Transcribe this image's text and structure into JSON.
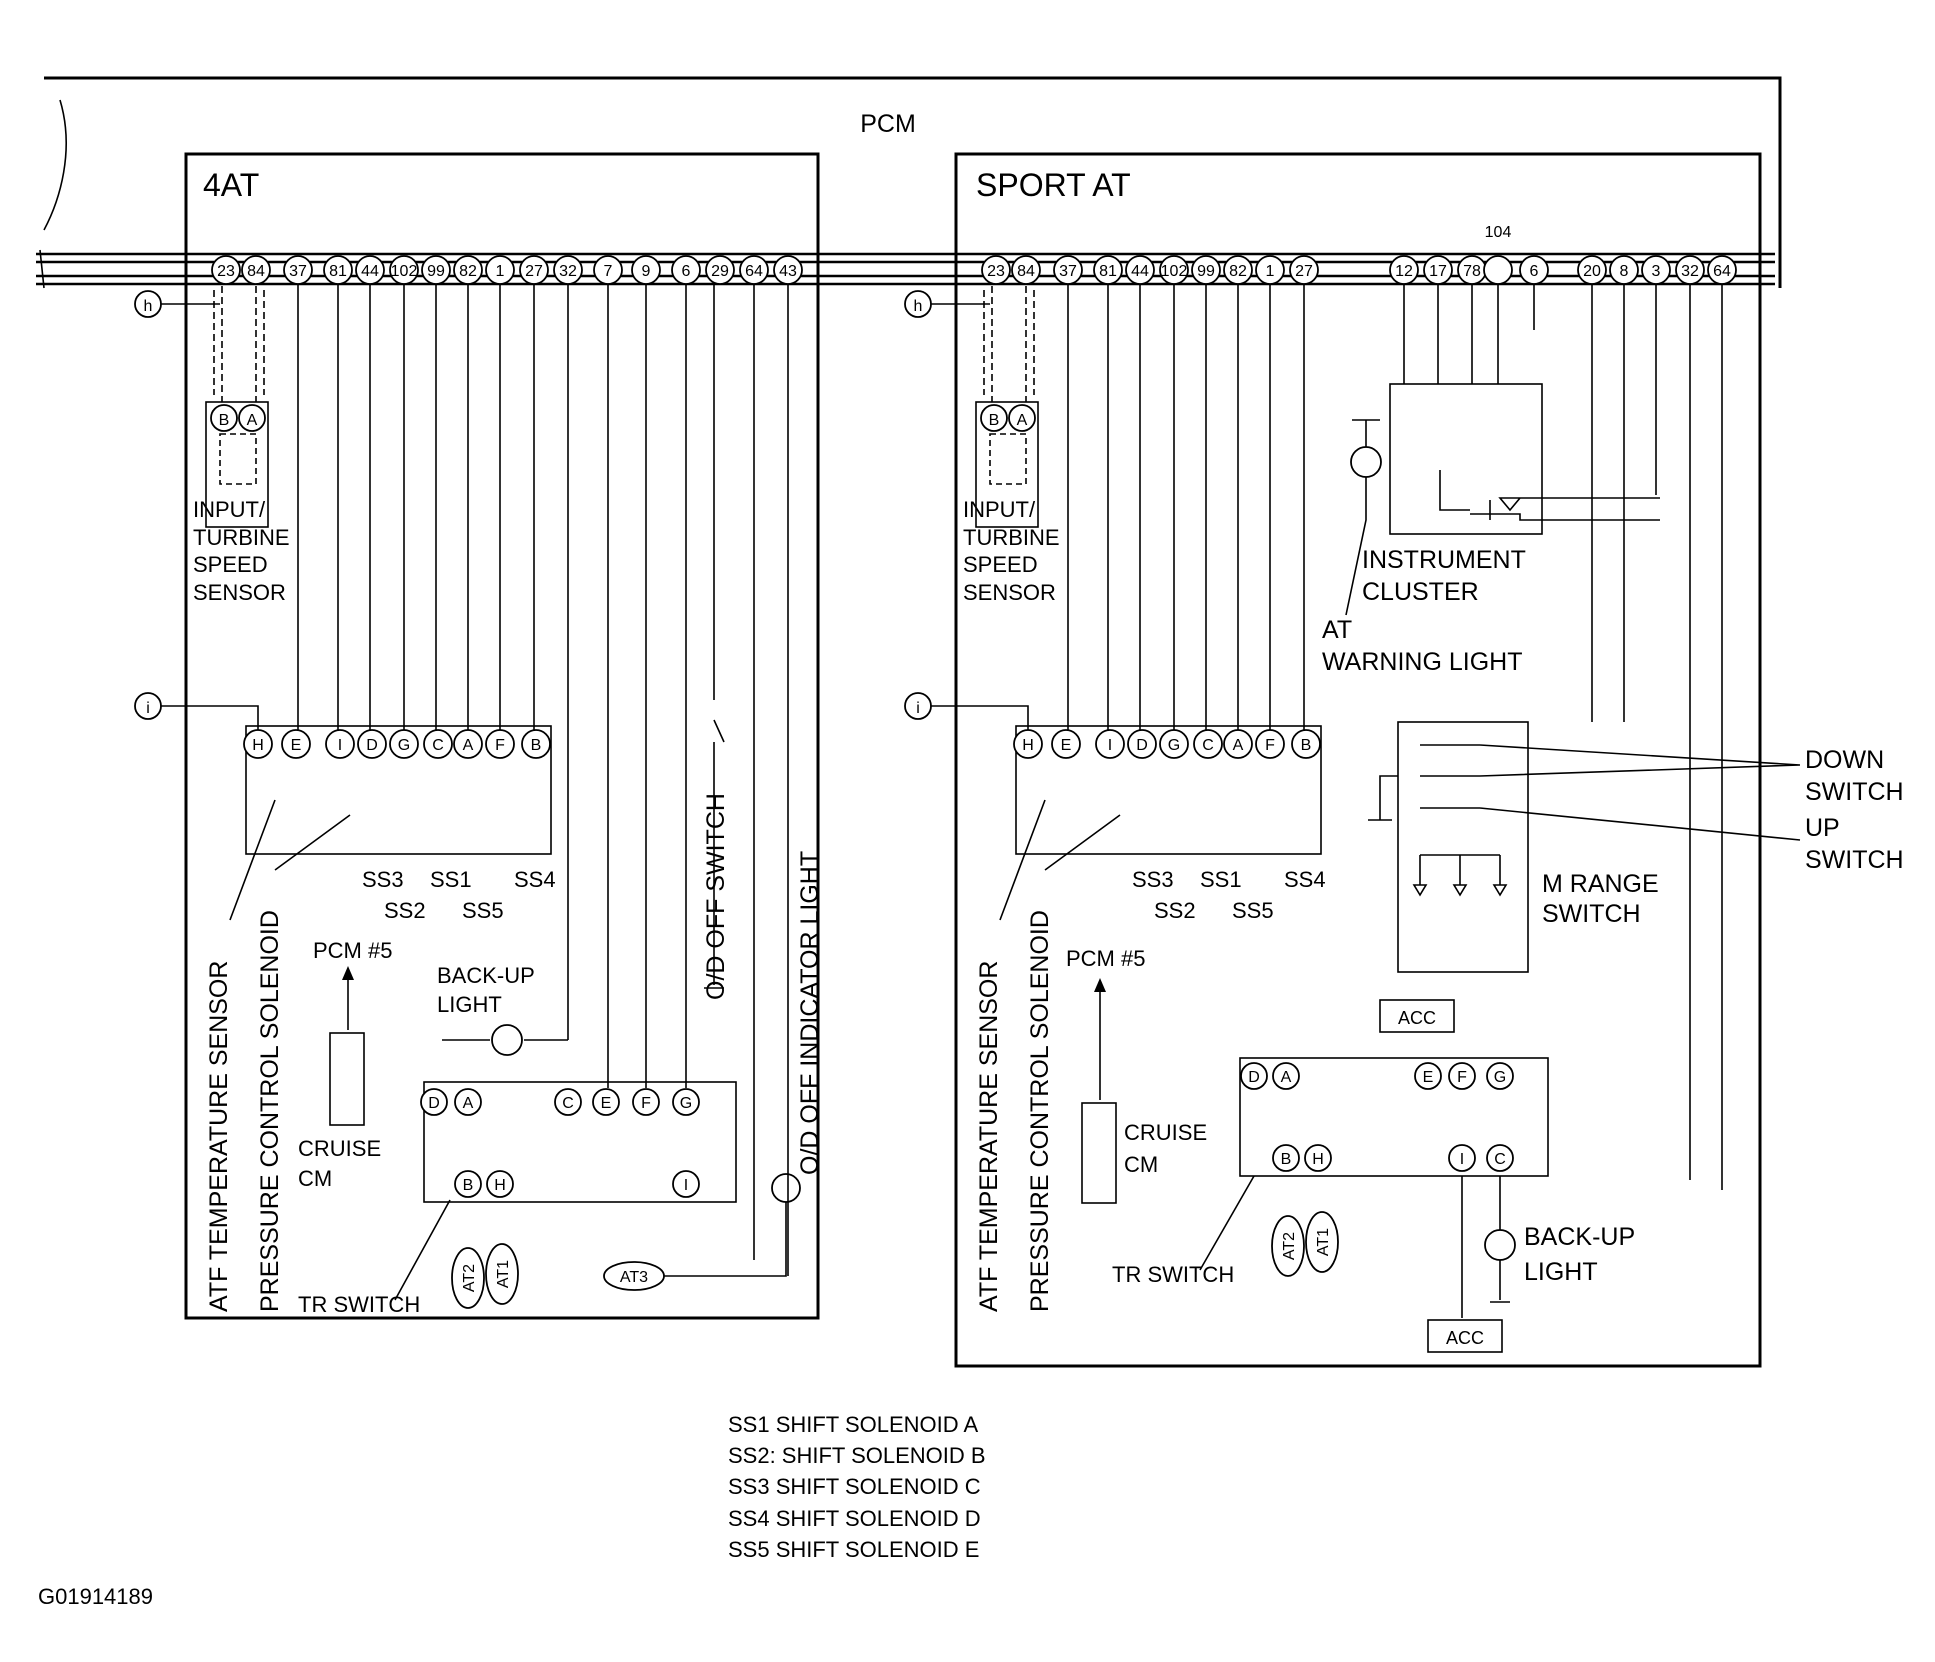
{
  "pcm_label": "PCM",
  "figure_code": "G01914189",
  "legend": [
    "SS1  SHIFT SOLENOID A",
    "SS2: SHIFT SOLENOID B",
    "SS3  SHIFT SOLENOID C",
    "SS4  SHIFT SOLENOID D",
    "SS5  SHIFT SOLENOID E"
  ],
  "left": {
    "title": "4AT",
    "pcm_pins": [
      "23",
      "84",
      "37",
      "81",
      "44",
      "102",
      "99",
      "82",
      "1",
      "27",
      "32",
      "7",
      "9",
      "6",
      "29",
      "64",
      "43"
    ],
    "ref_h": "h",
    "ref_i": "i",
    "speed_sensor_pins": [
      "B",
      "A"
    ],
    "speed_sensor_label": [
      "INPUT/",
      "TURBINE",
      "SPEED",
      "SENSOR"
    ],
    "solenoid_pins": [
      "H",
      "E",
      "I",
      "D",
      "G",
      "C",
      "A",
      "F",
      "B"
    ],
    "ss_top": [
      "SS3",
      "SS1",
      "SS4"
    ],
    "ss_bottom": [
      "SS2",
      "SS5"
    ],
    "atf_label": "ATF TEMPERATURE SENSOR",
    "pcs_label": "PRESSURE CONTROL SOLENOID",
    "pcm5_label": "PCM #5",
    "cruise_label": [
      "CRUISE",
      "CM"
    ],
    "backup_label": [
      "BACK-UP",
      "LIGHT"
    ],
    "od_switch_label": "O/D OFF SWITCH",
    "od_light_label": "O/D OFF INDICATOR LIGHT",
    "tr_top_pins": [
      "D",
      "A",
      "C",
      "E",
      "F",
      "G"
    ],
    "tr_bottom_pins": [
      "B",
      "H",
      "I"
    ],
    "tr_label": "TR SWITCH",
    "at_connectors": [
      "AT2",
      "AT1",
      "AT3"
    ]
  },
  "right": {
    "title": "SPORT AT",
    "pcm_pins_a": [
      "23",
      "84",
      "37",
      "81",
      "44",
      "102",
      "99",
      "82",
      "1",
      "27"
    ],
    "pcm_pins_b": [
      "12",
      "17",
      "78",
      "",
      "6",
      "20",
      "8",
      "3",
      "32",
      "64"
    ],
    "pin_104": "104",
    "ref_h": "h",
    "ref_i": "i",
    "speed_sensor_pins": [
      "B",
      "A"
    ],
    "speed_sensor_label": [
      "INPUT/",
      "TURBINE",
      "SPEED",
      "SENSOR"
    ],
    "solenoid_pins": [
      "H",
      "E",
      "I",
      "D",
      "G",
      "C",
      "A",
      "F",
      "B"
    ],
    "ss_top": [
      "SS3",
      "SS1",
      "SS4"
    ],
    "ss_bottom": [
      "SS2",
      "SS5"
    ],
    "atf_label": "ATF TEMPERATURE SENSOR",
    "pcs_label": "PRESSURE CONTROL SOLENOID",
    "pcm5_label": "PCM #5",
    "cruise_label": [
      "CRUISE",
      "CM"
    ],
    "cluster_label": [
      "INSTRUMENT",
      "CLUSTER"
    ],
    "at_warning_label": [
      "AT",
      "WARNING LIGHT"
    ],
    "down_switch_label": [
      "DOWN",
      "SWITCH"
    ],
    "up_switch_label": [
      "UP",
      "SWITCH"
    ],
    "m_range_label": [
      "M RANGE",
      "SWITCH"
    ],
    "acc_label": "ACC",
    "tr_top_pins": [
      "D",
      "A",
      "E",
      "F",
      "G"
    ],
    "tr_bottom_pins": [
      "B",
      "H",
      "I",
      "C"
    ],
    "tr_label": "TR SWITCH",
    "backup_label": [
      "BACK-UP",
      "LIGHT"
    ],
    "at_connectors": [
      "AT2",
      "AT1"
    ]
  }
}
